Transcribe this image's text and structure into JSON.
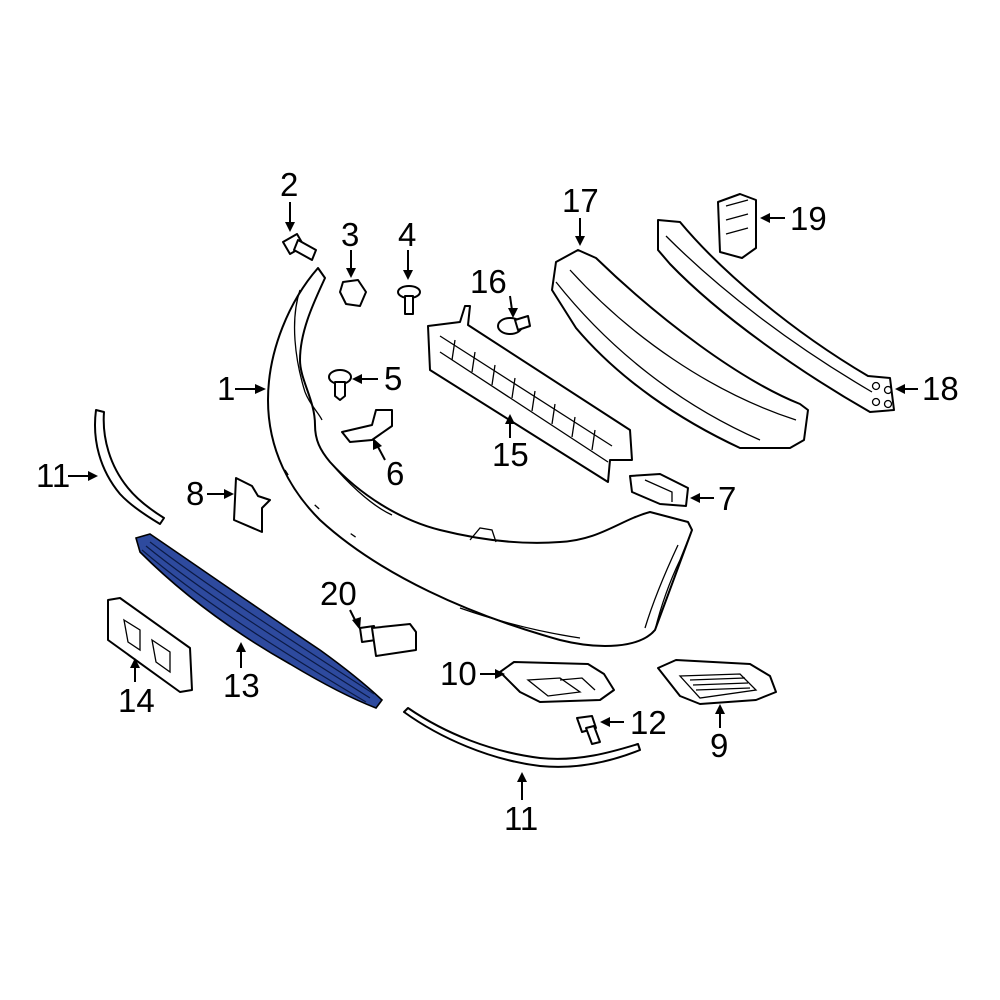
{
  "diagram": {
    "highlight_color": "#2e4a9e",
    "highlighted_part": "13",
    "callouts": [
      {
        "id": "c1",
        "label": "1"
      },
      {
        "id": "c2",
        "label": "2"
      },
      {
        "id": "c3",
        "label": "3"
      },
      {
        "id": "c4",
        "label": "4"
      },
      {
        "id": "c5",
        "label": "5"
      },
      {
        "id": "c6",
        "label": "6"
      },
      {
        "id": "c7",
        "label": "7"
      },
      {
        "id": "c8",
        "label": "8"
      },
      {
        "id": "c9",
        "label": "9"
      },
      {
        "id": "c10",
        "label": "10"
      },
      {
        "id": "c11a",
        "label": "11"
      },
      {
        "id": "c11b",
        "label": "11"
      },
      {
        "id": "c12",
        "label": "12"
      },
      {
        "id": "c13",
        "label": "13"
      },
      {
        "id": "c14",
        "label": "14"
      },
      {
        "id": "c15",
        "label": "15"
      },
      {
        "id": "c16",
        "label": "16"
      },
      {
        "id": "c17",
        "label": "17"
      },
      {
        "id": "c18",
        "label": "18"
      },
      {
        "id": "c19",
        "label": "19"
      },
      {
        "id": "c20",
        "label": "20"
      }
    ]
  }
}
